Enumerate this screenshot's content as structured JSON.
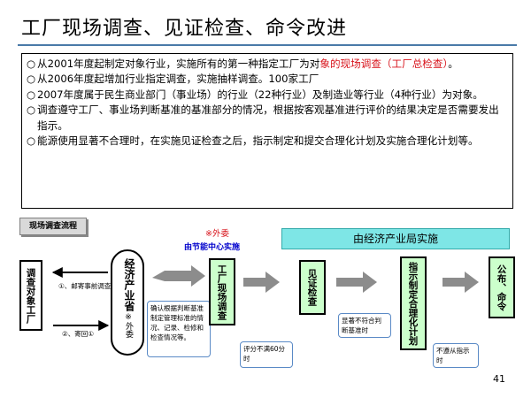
{
  "title": "工厂现场调查、见证检查、命令改进",
  "bullets": [
    {
      "mark": "○",
      "parts": [
        {
          "text": "从2001年度起制定对象行业，实施所有的第一种指定工厂为对",
          "red": false
        },
        {
          "text": "象的现场调查（工厂总检查）",
          "red": true
        },
        {
          "text": "。",
          "red": false
        }
      ]
    },
    {
      "mark": "○",
      "parts": [
        {
          "text": "从2006年度起增加行业指定调查，实施抽样调查。100家工厂",
          "red": false
        }
      ]
    },
    {
      "mark": "○",
      "parts": [
        {
          "text": "2007年度属于民生商业部门（事业场）的行业（22种行业）及制造业等行业（4种行业）为对象。",
          "red": false
        }
      ]
    },
    {
      "mark": "○",
      "parts": [
        {
          "text": "调查遵守工厂、事业场判断基准的基准部分的情况，根据按客观基准进行评价的结果决定是否需要发出指示。",
          "red": false
        }
      ]
    },
    {
      "mark": "○",
      "parts": [
        {
          "text": "能源使用显著不合理时，在实施见证检查之后，指示制定和提交合理化计划及实施合理化计划等。",
          "red": false
        }
      ]
    }
  ],
  "flow": {
    "label": "现场调查流程",
    "outsource_note": "※外委",
    "energy_center": "由节能中心实施",
    "banner": "由经济产业局实施",
    "target_factory": "调查对象工厂",
    "ministry_title": "经济产业省",
    "ministry_sub": "※外委",
    "arrow1_text": "①、邮寄事前调查单",
    "arrow2_text": "②、寄回①",
    "note1": "确认根据判断基准制定管理标准的情况、记录、检修和检查情况等。",
    "step_survey": "工厂现场调查",
    "note2": "评分不满60分时",
    "step_inspection": "见证检查",
    "note3": "显著不符合判断基准时",
    "step_instruction": "指示制定合理化计划",
    "note4": "不遵从指示时",
    "step_publish": "公布、命令",
    "page_number": "41"
  },
  "colors": {
    "accent_red": "#d8141c",
    "box_green": "#ccffcc",
    "banner_cyan": "#7ee6e6",
    "energy_blue": "#0000cc"
  }
}
